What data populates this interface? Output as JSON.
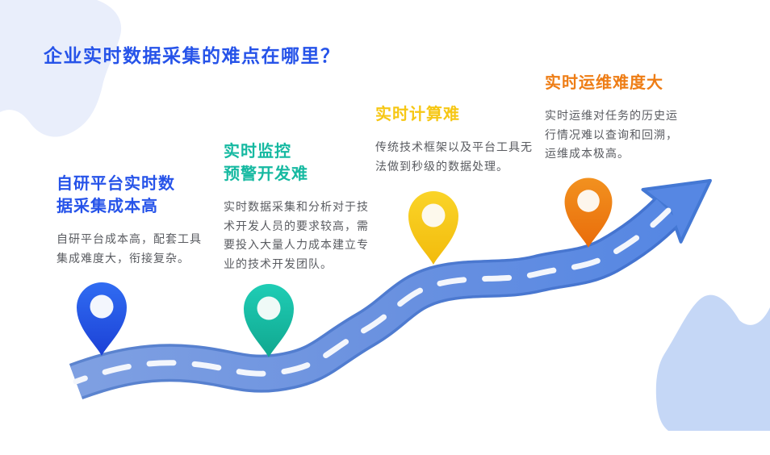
{
  "page": {
    "title": "企业实时数据采集的难点在哪里？"
  },
  "sections": [
    {
      "id": "self-built-platform-cost",
      "heading": "自研平台实时数\n据采集成本高",
      "body": "自研平台成本高，配套工具\n集成难度大，衔接复杂。",
      "accent_color": "#2653E9",
      "pin_icon": "map-pin-blue"
    },
    {
      "id": "realtime-monitoring-alert-dev",
      "heading": "实时监控\n预警开发难",
      "body": "实时数据采集和分析对于技\n术开发人员的要求较高，需\n要投入大量人力成本建立专\n业的技术开发团队。",
      "accent_color": "#16B9A1",
      "pin_icon": "map-pin-teal"
    },
    {
      "id": "realtime-computing",
      "heading": "实时计算难",
      "body": "传统技术框架以及平台工具无\n法做到秒级的数据处理。",
      "accent_color": "#F6C714",
      "pin_icon": "map-pin-yellow"
    },
    {
      "id": "realtime-ops",
      "heading": "实时运维难度大",
      "body": "实时运维对任务的历史运\n行情况难以查询和回溯，\n运维成本极高。",
      "accent_color": "#EE7D15",
      "pin_icon": "map-pin-orange"
    }
  ],
  "colors": {
    "title_blue": "#2653E9",
    "teal": "#16B9A1",
    "yellow": "#F6C714",
    "orange": "#EE7D15",
    "body_text": "#595B60",
    "road_left": "#7FA0E2",
    "road_right": "#5687E3",
    "road_outline": "#4C7BD0",
    "road_dash": "#F3F6FC",
    "blob_top_left": "#E9EEFB",
    "blob_bottom_right": "#C5D7F6",
    "pin_inner": "#F7F9F4"
  },
  "icons": {
    "pins": [
      "map-pin-blue",
      "map-pin-teal",
      "map-pin-yellow",
      "map-pin-orange"
    ],
    "arrow": "road-arrowhead"
  }
}
